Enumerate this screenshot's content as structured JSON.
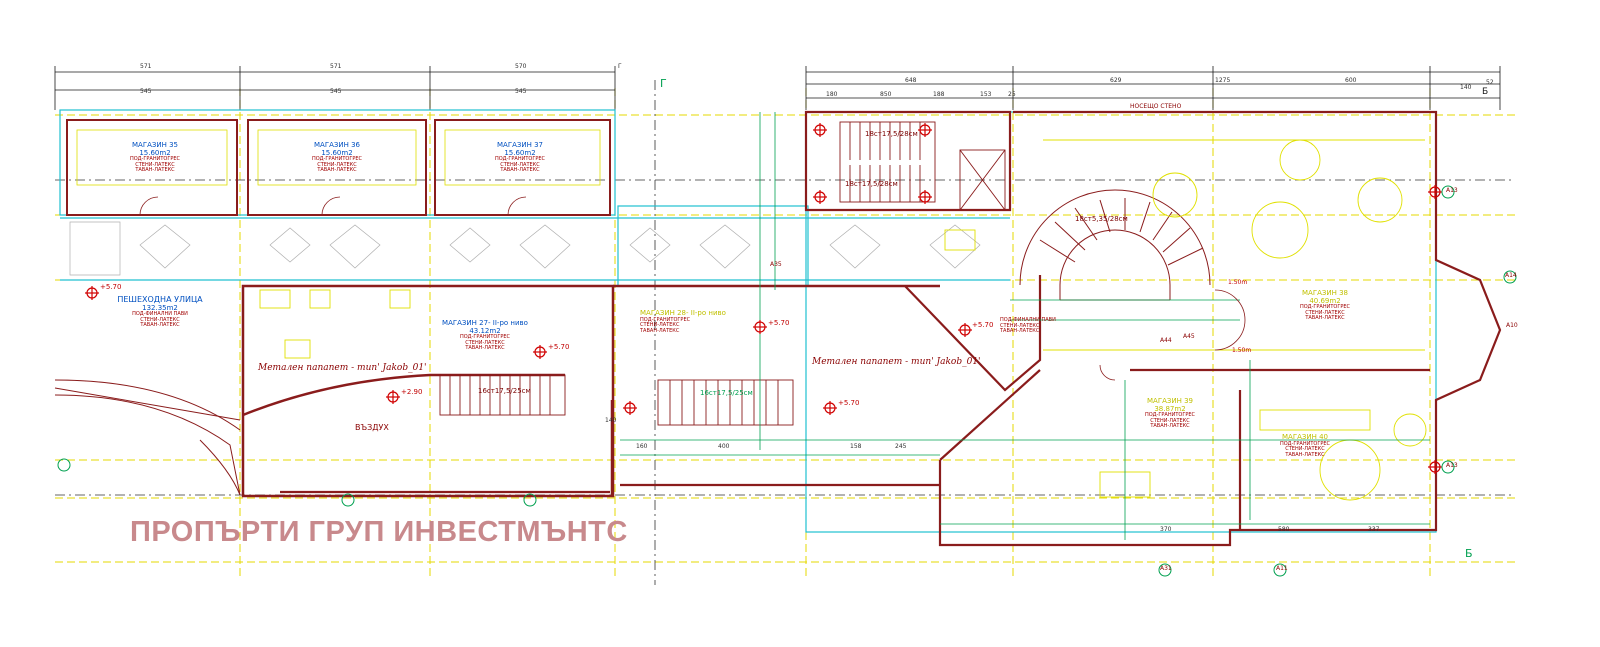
{
  "watermark": "ПРОПЪРТИ ГРУП ИНВЕСТМЪНТС",
  "colors": {
    "walls": "#8a1c1c",
    "dimension": "#1a1a1a",
    "grid": "#e6d800",
    "furniture": "#e0e000",
    "axis": "#00a050",
    "cyan": "#20c0d0",
    "marker": "#d00000",
    "watermark": "#c8898c"
  },
  "top_dimensions": [
    "571",
    "571",
    "570",
    "648",
    "629",
    "1275",
    "600"
  ],
  "sub_dimensions": [
    "545",
    "545",
    "545",
    "180",
    "850",
    "188",
    "153",
    "25",
    "140",
    "52"
  ],
  "axis_letters": [
    "Г",
    "Г",
    "Б",
    "Б"
  ],
  "shops": [
    {
      "title": "МАГАЗИН 35",
      "area": "15.60m2",
      "spec": [
        "ПОД-ГРАНИТОГРЕС",
        "СТЕНИ-ЛАТЕКС",
        "ТАВАН-ЛАТЕКС"
      ]
    },
    {
      "title": "МАГАЗИН 36",
      "area": "15.60m2",
      "spec": [
        "ПОД-ГРАНИТОГРЕС",
        "СТЕНИ-ЛАТЕКС",
        "ТАВАН-ЛАТЕКС"
      ]
    },
    {
      "title": "МАГАЗИН 37",
      "area": "15.60m2",
      "spec": [
        "ПОД-ГРАНИТОГРЕС",
        "СТЕНИ-ЛАТЕКС",
        "ТАВАН-ЛАТЕКС"
      ]
    }
  ],
  "street": {
    "title": "ПЕШЕХОДНА УЛИЦА",
    "area": "132.35m2",
    "spec": [
      "ПОД-ФИНАЛНИ ПАВИ",
      "СТЕНИ-ЛАТЕКС",
      "ТАВАН-ЛАТЕКС"
    ]
  },
  "shop27": {
    "title": "МАГАЗИН 27- II-ро ниво",
    "area": "43.12m2",
    "spec": [
      "ПОД-ГРАНИТОГРЕС",
      "СТЕНИ-ЛАТЕКС",
      "ТАВАН-ЛАТЕКС"
    ]
  },
  "mid_shop": {
    "title": "МАГАЗИН 28- II-ро ниво",
    "spec": [
      "ПОД-ГРАНИТОГРЕС",
      "СТЕНИ-ЛАТЕКС",
      "ТАВАН-ЛАТЕКС"
    ]
  },
  "right_shop": {
    "title": "МАГАЗИН 38",
    "area": "40.69m2",
    "spec": [
      "ПОД-ГРАНИТОГРЕС",
      "СТЕНИ-ЛАТЕКС",
      "ТАВАН-ЛАТЕКС"
    ]
  },
  "shop39": {
    "title": "МАГАЗИН 39",
    "area": "38.87m2",
    "spec": [
      "ПОД-ГРАНИТОГРЕС",
      "СТЕНИ-ЛАТЕКС",
      "ТАВАН-ЛАТЕКС"
    ]
  },
  "shop40": {
    "title": "МАГАЗИН 40",
    "spec": [
      "ПОД-ГРАНИТОГРЕС",
      "СТЕНИ-ЛАТЕКС",
      "ТАВАН-ЛАТЕКС"
    ]
  },
  "foyer_spec": [
    "ПОД-ФИНАЛНИ ПАВИ",
    "СТЕНИ-ЛАТЕКС",
    "ТАВАН-ЛАТЕКС"
  ],
  "canopy_labels": [
    "Метален папапет - тип' Jakob_01'",
    "Метален папапет - тип' Jakob_01'"
  ],
  "stairs": [
    "16ст17,5/25см",
    "16ст17,5/25см",
    "18ст17,5/28см",
    "18ст17,5/28см",
    "18ст5,35/28см"
  ],
  "levels": [
    "+5.70",
    "+5.70",
    "+2.90",
    "+5.70",
    "+5.70",
    "+5.70"
  ],
  "void_label": "ВЪЗДУХ",
  "top_note": "НОСЕЩО СТЕНО",
  "tags": [
    "A35",
    "A44",
    "A45",
    "A13",
    "A13",
    "A14",
    "A31",
    "A11",
    "A10"
  ],
  "misc_dims": [
    "140",
    "160",
    "400",
    "158",
    "245",
    "370",
    "580",
    "337",
    "1.50m",
    "1.50m"
  ]
}
